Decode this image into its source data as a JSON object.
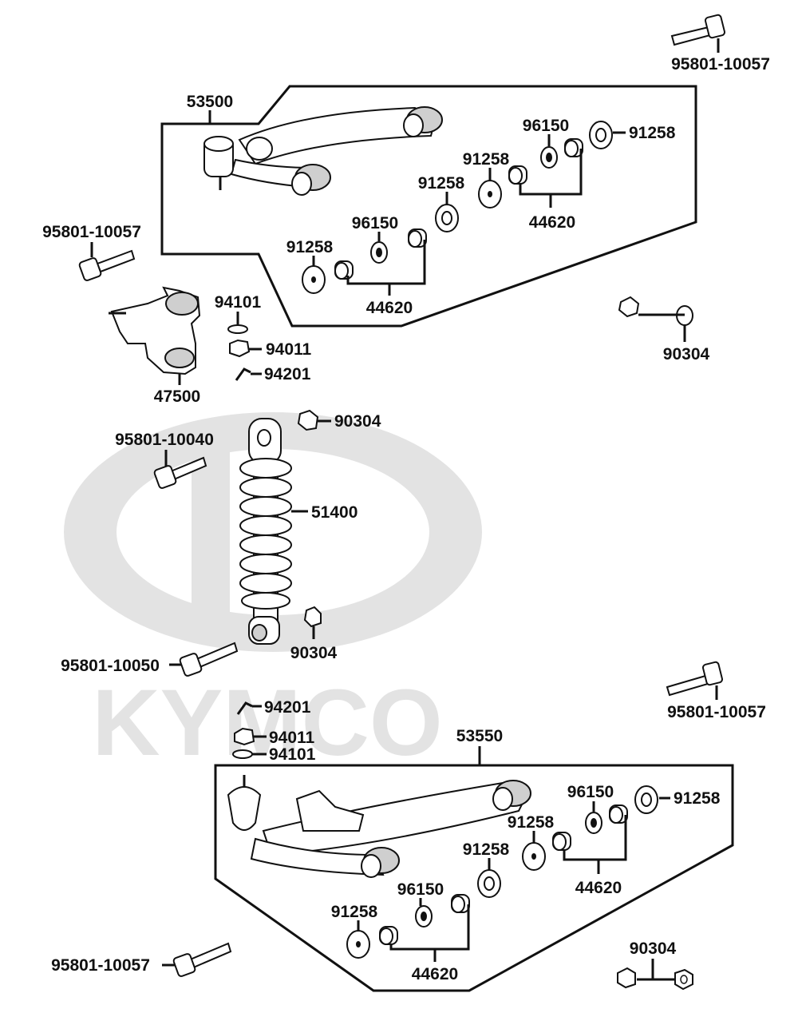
{
  "watermark": {
    "brand": "KYMCO"
  },
  "upper_arm": {
    "assembly": "53500",
    "bolt_top": "95801-10057",
    "bolt_left": "95801-10057",
    "nut_right": "90304",
    "seal_a": "91258",
    "bearing_a": "96150",
    "seal_b": "91258",
    "seal_c": "91258",
    "bearing_b": "96150",
    "seal_d": "91258",
    "bush_a": "44620",
    "bush_b": "44620"
  },
  "knuckle": {
    "assembly": "47500",
    "washer": "94101",
    "castle_nut": "94011",
    "cotter_pin": "94201"
  },
  "shock": {
    "assembly": "51400",
    "bolt_top": "95801-10040",
    "nut_top": "90304",
    "nut_bottom": "90304",
    "bolt_bottom": "95801-10050"
  },
  "lower_arm": {
    "assembly": "53550",
    "cotter_pin": "94201",
    "castle_nut": "94011",
    "washer": "94101",
    "bolt_right": "95801-10057",
    "bolt_left": "95801-10057",
    "nut_right": "90304",
    "seal_a": "91258",
    "bearing_a": "96150",
    "seal_b": "91258",
    "seal_c": "91258",
    "bearing_b": "96150",
    "seal_d": "91258",
    "bush_a": "44620",
    "bush_b": "44620"
  }
}
